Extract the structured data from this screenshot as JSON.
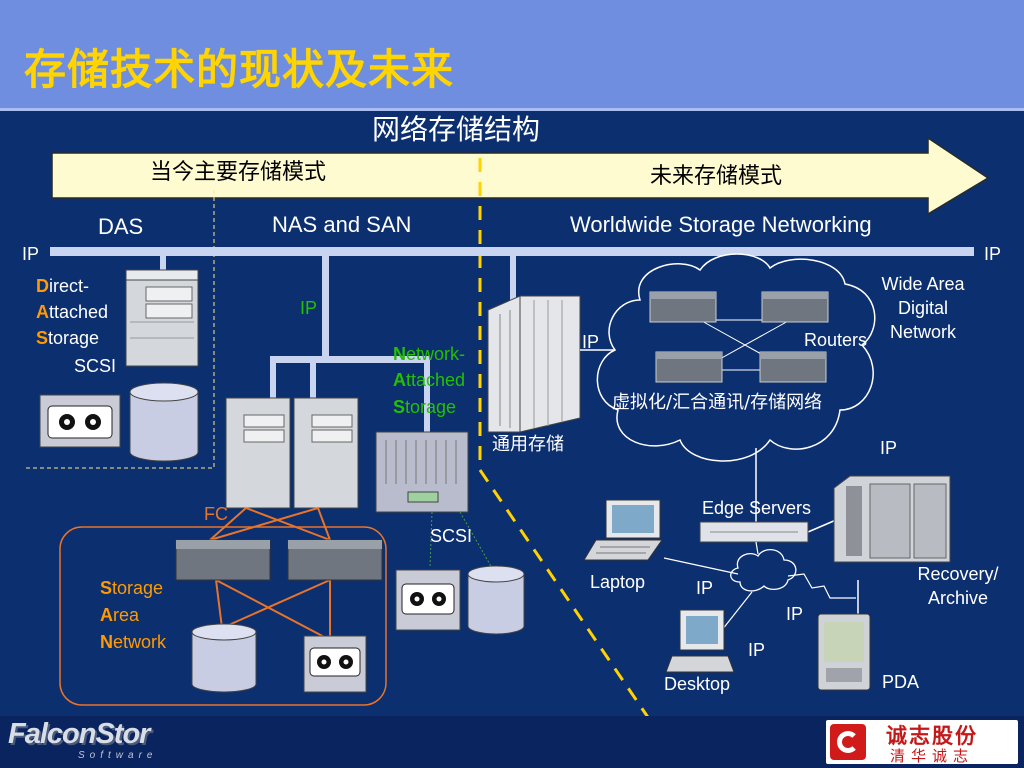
{
  "slide_title": "存储技术的现状及未来",
  "diagram_title": "网络存储结构",
  "arrow": {
    "current_label": "当今主要存储模式",
    "future_label": "未来存储模式"
  },
  "sections": {
    "das": "DAS",
    "nas_san": "NAS and SAN",
    "wsn": "Worldwide Storage Networking"
  },
  "ip_label": "IP",
  "fc_label": "FC",
  "scsi_label": "SCSI",
  "das_text": {
    "d": "D",
    "d_rest": "irect-",
    "a": "A",
    "a_rest": "ttached",
    "s": "S",
    "s_rest": "torage"
  },
  "nas_text": {
    "n": "N",
    "n_rest": "etwork-",
    "a": "A",
    "a_rest": "ttached",
    "s": "S",
    "s_rest": "torage"
  },
  "san_text": {
    "s": "S",
    "s_rest": "torage",
    "a": "A",
    "a_rest": "rea",
    "n": "N",
    "n_rest": "etwork"
  },
  "general_storage": "通用存储",
  "virtual_net": "虚拟化/汇合通讯/存储网络",
  "routers": "Routers",
  "wan": "Wide Area\nDigital\nNetwork",
  "wan_lines": [
    "Wide Area",
    "Digital",
    "Network"
  ],
  "edge_servers": "Edge Servers",
  "recovery": [
    "Recovery/",
    "Archive"
  ],
  "laptop": "Laptop",
  "desktop": "Desktop",
  "pda": "PDA",
  "footer_left_logo": "FalconStor",
  "footer_left_sub": "Software",
  "footer_right_logo": "诚志股份",
  "footer_right_sub": "清华诚志",
  "colors": {
    "background": "#0c2f70",
    "header": "#6f8ee0",
    "title": "#ffd400",
    "dashed_divider": "#ffd200",
    "fc_lines": "#e8742a",
    "accent_letter": "#ff9a00",
    "nas_accent": "#22c000"
  }
}
